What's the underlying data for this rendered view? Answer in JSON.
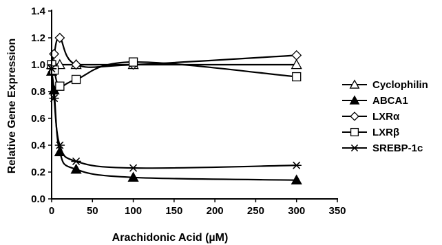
{
  "chart_data": {
    "type": "line",
    "title": "",
    "xlabel": "Arachidonic Acid (µM)",
    "ylabel": "Relative Gene Expression",
    "xlim": [
      0,
      350
    ],
    "ylim": [
      0.0,
      1.4
    ],
    "xticks": [
      0,
      50,
      100,
      150,
      200,
      250,
      300,
      350
    ],
    "yticks": [
      0.0,
      0.2,
      0.4,
      0.6,
      0.8,
      1.0,
      1.2,
      1.4
    ],
    "xtick_labels": [
      "0",
      "50",
      "100",
      "150",
      "200",
      "250",
      "300",
      "350"
    ],
    "ytick_labels": [
      "0.0",
      "0.2",
      "0.4",
      "0.6",
      "0.8",
      "1.0",
      "1.2",
      "1.4"
    ],
    "grid": false,
    "legend_position": "right",
    "x": [
      0,
      3,
      10,
      30,
      100,
      300
    ],
    "series": [
      {
        "name": "Cyclophilin",
        "marker": "triangle-open",
        "values": [
          1.0,
          1.0,
          1.0,
          1.0,
          1.0,
          1.0
        ]
      },
      {
        "name": "ABCA1",
        "marker": "triangle-filled",
        "values": [
          0.95,
          0.81,
          0.35,
          0.22,
          0.16,
          0.14
        ]
      },
      {
        "name": "LXRα",
        "marker": "diamond-open",
        "values": [
          1.0,
          1.08,
          1.2,
          1.0,
          1.0,
          1.07
        ]
      },
      {
        "name": "LXRβ",
        "marker": "square-open",
        "values": [
          1.0,
          0.96,
          0.84,
          0.89,
          1.02,
          0.91
        ]
      },
      {
        "name": "SREBP-1c",
        "marker": "star",
        "values": [
          0.97,
          0.75,
          0.4,
          0.28,
          0.23,
          0.25
        ]
      }
    ]
  }
}
